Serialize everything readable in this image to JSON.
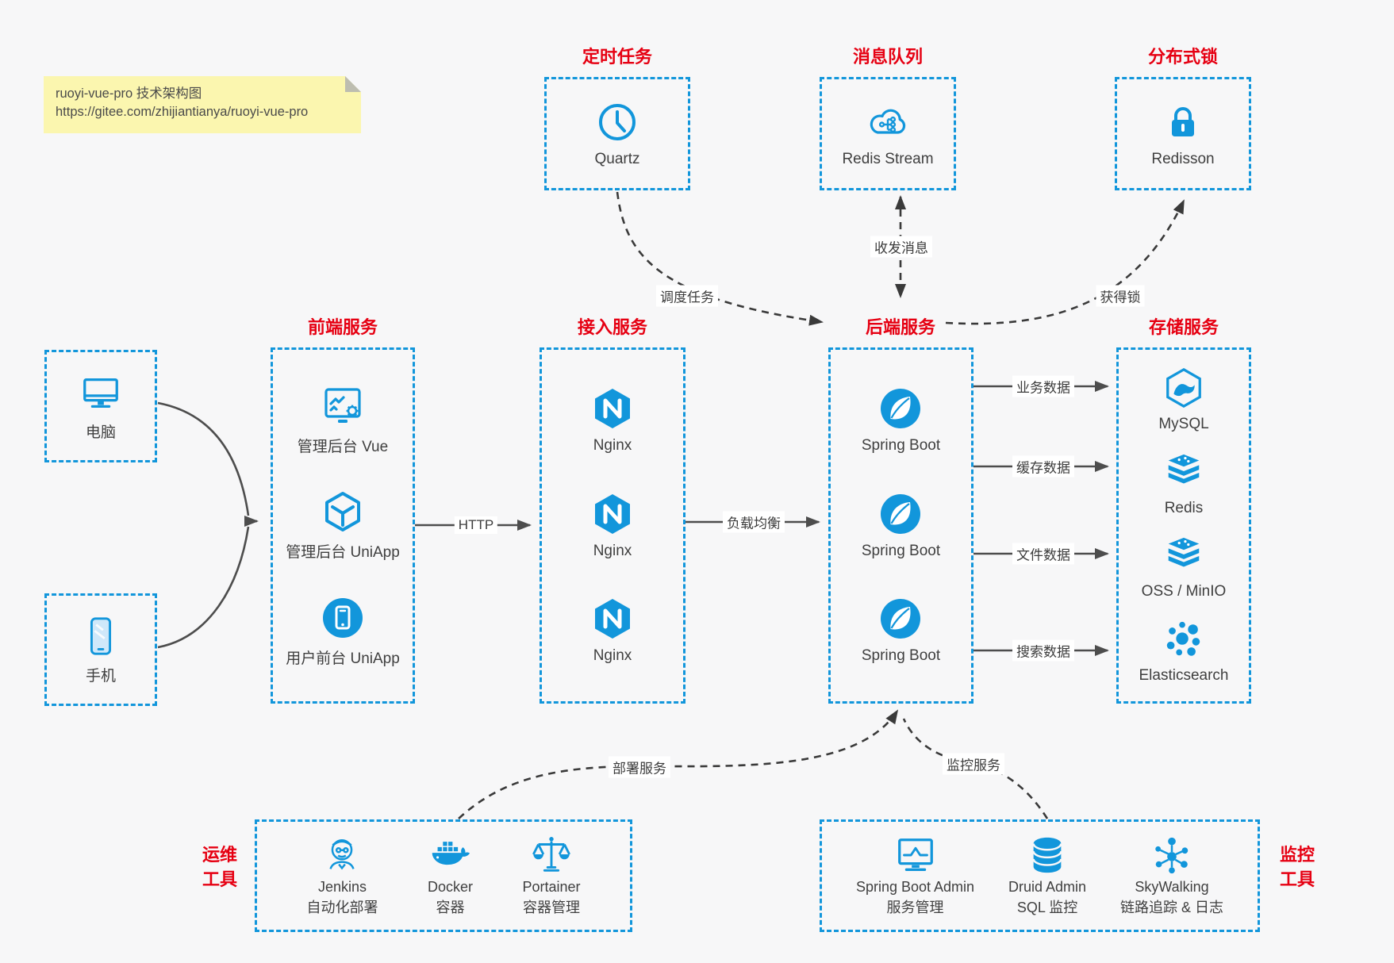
{
  "colors": {
    "blue": "#1296db",
    "red": "#e60012",
    "bg": "#f7f7f8",
    "note_bg": "#fbf6af",
    "text": "#3f3f3f",
    "arrow": "#4d4d4d"
  },
  "note": {
    "line1": "ruoyi-vue-pro 技术架构图",
    "line2": "https://gitee.com/zhijiantianya/ruoyi-vue-pro"
  },
  "top_groups": [
    {
      "title": "定时任务",
      "node": {
        "icon": "clock-icon",
        "label": "Quartz"
      }
    },
    {
      "title": "消息队列",
      "node": {
        "icon": "cloud-stream-icon",
        "label": "Redis Stream"
      }
    },
    {
      "title": "分布式锁",
      "node": {
        "icon": "lock-icon",
        "label": "Redisson"
      }
    }
  ],
  "clients": [
    {
      "icon": "desktop-icon",
      "label": "电脑"
    },
    {
      "icon": "phone-icon",
      "label": "手机"
    }
  ],
  "columns": [
    {
      "title": "前端服务",
      "items": [
        {
          "icon": "admin-vue-icon",
          "label": "管理后台 Vue"
        },
        {
          "icon": "uniapp-cube-icon",
          "label": "管理后台 UniApp"
        },
        {
          "icon": "user-app-icon",
          "label": "用户前台 UniApp"
        }
      ]
    },
    {
      "title": "接入服务",
      "items": [
        {
          "icon": "nginx-icon",
          "label": "Nginx"
        },
        {
          "icon": "nginx-icon",
          "label": "Nginx"
        },
        {
          "icon": "nginx-icon",
          "label": "Nginx"
        }
      ]
    },
    {
      "title": "后端服务",
      "items": [
        {
          "icon": "spring-boot-icon",
          "label": "Spring Boot"
        },
        {
          "icon": "spring-boot-icon",
          "label": "Spring Boot"
        },
        {
          "icon": "spring-boot-icon",
          "label": "Spring Boot"
        }
      ]
    },
    {
      "title": "存储服务",
      "items": [
        {
          "icon": "mysql-icon",
          "label": "MySQL"
        },
        {
          "icon": "redis-stack-icon",
          "label": "Redis"
        },
        {
          "icon": "storage-stack-icon",
          "label": "OSS / MinIO"
        },
        {
          "icon": "elasticsearch-icon",
          "label": "Elasticsearch"
        }
      ]
    }
  ],
  "edges": {
    "http": "HTTP",
    "load_balance": "负载均衡",
    "schedule": "调度任务",
    "messaging": "收发消息",
    "acquire_lock": "获得锁",
    "business_data": "业务数据",
    "cache_data": "缓存数据",
    "file_data": "文件数据",
    "search_data": "搜索数据",
    "deploy": "部署服务",
    "monitor": "监控服务"
  },
  "bottom_groups": [
    {
      "title_lines": [
        "运维",
        "工具"
      ],
      "items": [
        {
          "icon": "jenkins-icon",
          "label": "Jenkins",
          "sublabel": "自动化部署"
        },
        {
          "icon": "docker-icon",
          "label": "Docker",
          "sublabel": "容器"
        },
        {
          "icon": "portainer-icon",
          "label": "Portainer",
          "sublabel": "容器管理"
        }
      ]
    },
    {
      "title_lines": [
        "监控",
        "工具"
      ],
      "items": [
        {
          "icon": "spring-boot-admin-icon",
          "label": "Spring Boot Admin",
          "sublabel": "服务管理"
        },
        {
          "icon": "druid-icon",
          "label": "Druid Admin",
          "sublabel": "SQL 监控"
        },
        {
          "icon": "skywalking-icon",
          "label": "SkyWalking",
          "sublabel": "链路追踪 & 日志"
        }
      ]
    }
  ]
}
